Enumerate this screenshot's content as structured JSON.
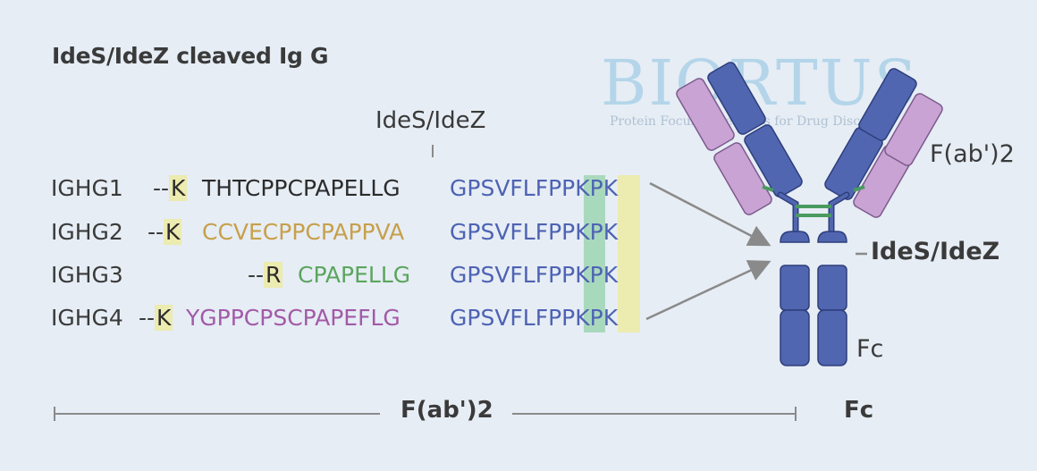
{
  "title": "IdeS/IdeZ cleaved Ig G",
  "enzyme_label": "IdeS/IdeZ",
  "watermark": {
    "brand": "BIORTUS",
    "tagline": "Protein Focused Services for Drug Discovery"
  },
  "rows": [
    {
      "gene": "IGHG1",
      "prefix": "--",
      "residue": "K",
      "hinge": "THTCPPCPAPELLG",
      "hinge_color": "#2c2c2c",
      "conserved": "GPSVFLFPP",
      "k1": "K",
      "p": "P",
      "k2": "K"
    },
    {
      "gene": "IGHG2",
      "prefix": "--",
      "residue": "K",
      "hinge": "CCVECPPCPAPPVA",
      "hinge_color": "#c7a04a",
      "conserved": "GPSVFLFPP",
      "k1": "K",
      "p": "P",
      "k2": "K"
    },
    {
      "gene": "IGHG3",
      "prefix": "--",
      "residue": "R",
      "hinge": "CPAPELLG",
      "hinge_color": "#5ba55e",
      "conserved": "GPSVFLFPP",
      "k1": "K",
      "p": "P",
      "k2": "K"
    },
    {
      "gene": "IGHG4",
      "prefix": "--",
      "residue": "K",
      "hinge": "YGPPCPSCPAPEFLG",
      "hinge_color": "#a25aa8",
      "conserved": "GPSVFLFPP",
      "k1": "K",
      "p": "P",
      "k2": "K"
    }
  ],
  "antibody_labels": {
    "fab": "F(ab')2",
    "cleavage": "IdeS/IdeZ",
    "fc": "Fc"
  },
  "bottom_scale": {
    "fab": "F(ab')2",
    "fc": "Fc"
  },
  "colors": {
    "heavy_chain": "#5166b0",
    "light_chain": "#c9a3d3",
    "disulfide": "#4a9a60",
    "arrow": "#8a8a8a",
    "conserved_seq": "#4e63b3"
  }
}
